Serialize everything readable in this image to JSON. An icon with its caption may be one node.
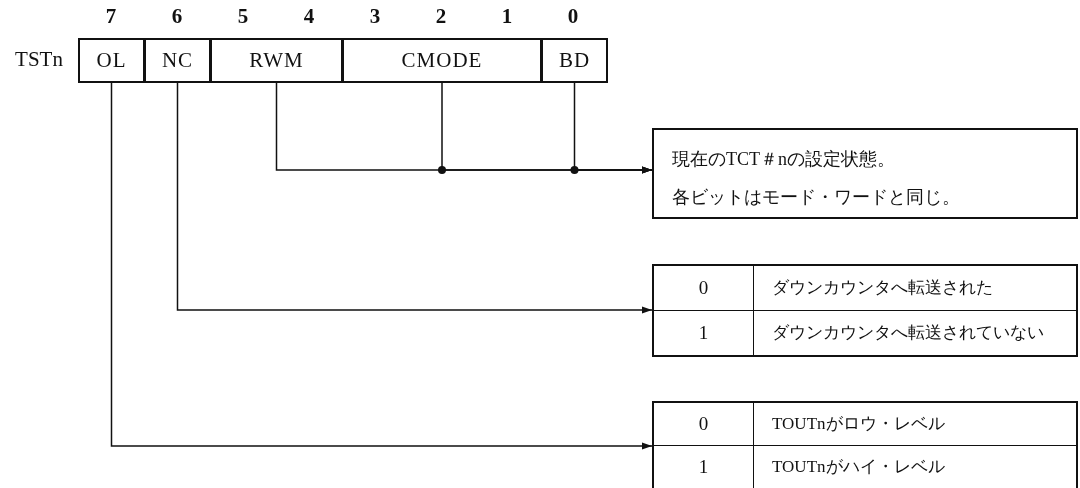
{
  "diagram": {
    "nodes": [
      {
        "text": [
          "OL"
        ]
      },
      {
        "text": [
          "NC"
        ]
      },
      {
        "text": [
          "RWM"
        ]
      },
      {
        "text": [
          "CMODE"
        ]
      },
      {
        "text": [
          "BD"
        ]
      },
      {
        "text": [
          "現在のTCT＃nの設定状態。",
          "各ビットはモード・ワードと同じ。"
        ]
      },
      {
        "text": [
          "0",
          "ダウンカウンタへ転送された",
          "1",
          "ダウンカウンタへ転送されていない"
        ]
      },
      {
        "text": [
          "0",
          "TOUTnがロウ・レベル",
          "1",
          "TOUTnがハイ・レベル"
        ]
      }
    ],
    "edges": [
      {
        "from": 2,
        "to": 5,
        "arrow": "to"
      },
      {
        "from": 3,
        "to": 5,
        "arrow": "to"
      },
      {
        "from": 4,
        "to": 5,
        "arrow": "to"
      },
      {
        "from": 1,
        "to": 6,
        "arrow": "to"
      },
      {
        "from": 0,
        "to": 7,
        "arrow": "to"
      }
    ],
    "labels": [
      "7",
      "6",
      "5",
      "4",
      "3",
      "2",
      "1",
      "0",
      "TSTn"
    ]
  }
}
